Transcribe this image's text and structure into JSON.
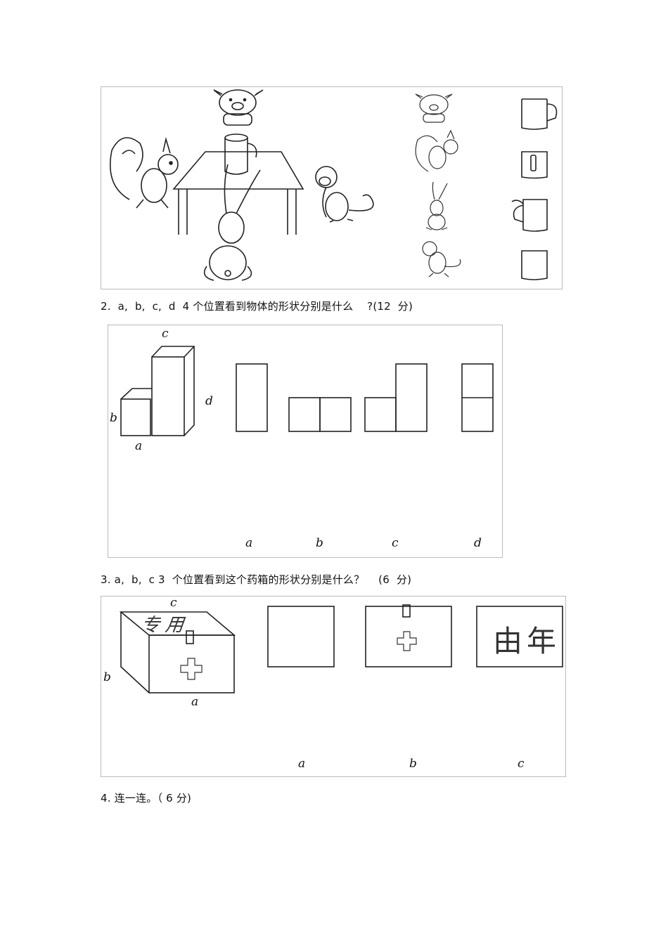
{
  "q2": {
    "text": "2.  a,  b,  c,  d  4 个位置看到物体的形状分别是什么    ?(12  分)"
  },
  "q3": {
    "text": "3. a,  b,  c 3  个位置看到这个药箱的形状分别是什么？    (6  分)"
  },
  "q4": {
    "text": "4. 连一连。（ 6 分)"
  },
  "fig1": {
    "icons": [
      "pig-icon",
      "squirrel-icon",
      "rabbit-icon",
      "monkey-icon",
      "mug-icon",
      "table-icon"
    ]
  },
  "fig2": {
    "labels": {
      "a": "a",
      "b": "b",
      "c": "c",
      "d": "d"
    },
    "answers": [
      "a",
      "b",
      "c",
      "d"
    ]
  },
  "fig3": {
    "labels": {
      "a": "a",
      "b": "b",
      "c": "c"
    },
    "box_top_text": "专用",
    "view_c_text": "由年",
    "answers": [
      "a",
      "b",
      "c"
    ]
  }
}
